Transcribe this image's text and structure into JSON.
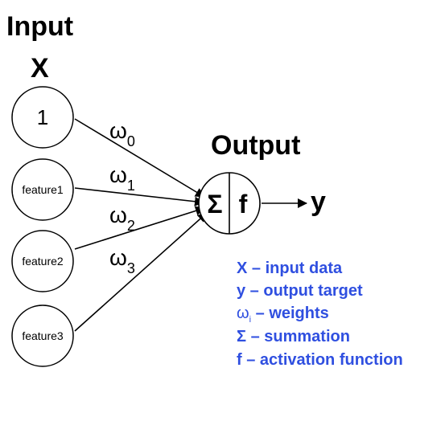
{
  "input": {
    "title": "Input",
    "symbol": "X",
    "nodes": [
      "1",
      "feature1",
      "feature2",
      "feature3"
    ]
  },
  "weights": [
    {
      "symbol": "ω",
      "subscript": "0"
    },
    {
      "symbol": "ω",
      "subscript": "1"
    },
    {
      "symbol": "ω",
      "subscript": "2"
    },
    {
      "symbol": "ω",
      "subscript": "3"
    }
  ],
  "output": {
    "title": "Output",
    "sum_symbol": "Σ",
    "activation_symbol": "f",
    "target_symbol": "y"
  },
  "legend": {
    "color": "#2f4fe0",
    "items": [
      {
        "symbol": "X",
        "text": " – input data"
      },
      {
        "symbol": "y",
        "text": " – output target"
      },
      {
        "symbol": "ω",
        "subscript": "i",
        "text": " – weights"
      },
      {
        "symbol": "Σ",
        "text": " – summation"
      },
      {
        "symbol": "f",
        "text": " – activation function"
      }
    ]
  }
}
